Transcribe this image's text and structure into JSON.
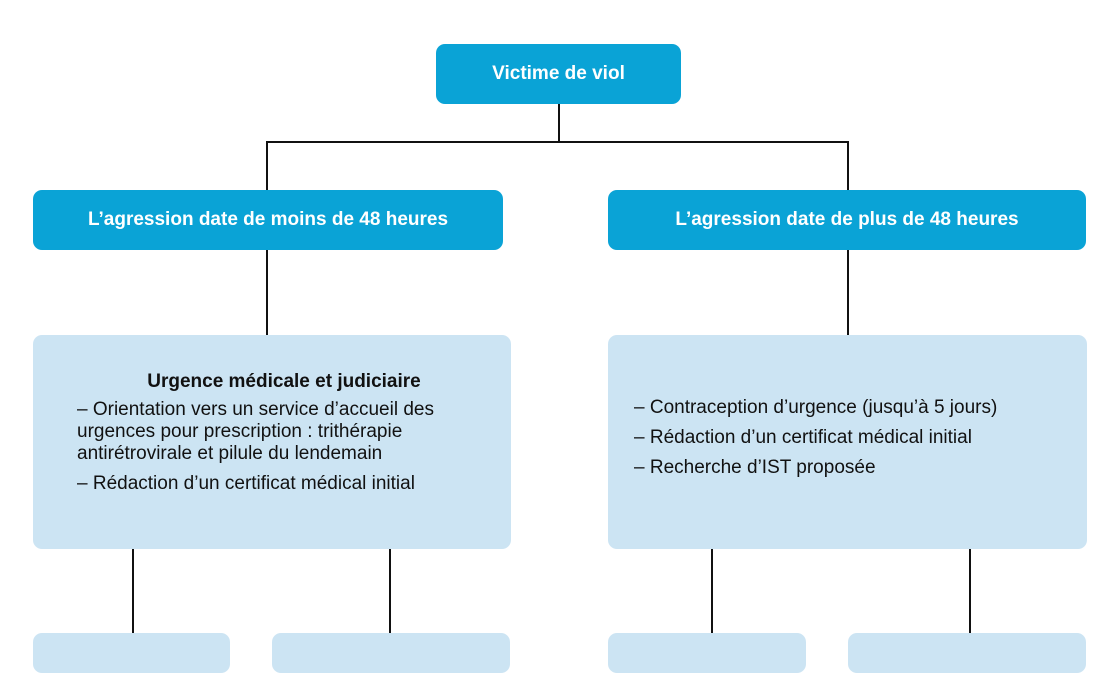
{
  "root": "Victime de viol",
  "branches": [
    {
      "label": "L’agression date de moins de 48 heures",
      "title": "Urgence médicale et judiciaire",
      "items": [
        "– Orientation vers un service d’accueil des urgences pour prescription : trithérapie antirétrovirale et pilule du lendemain",
        "– Rédaction d’un certificat médical initial"
      ]
    },
    {
      "label": "L’agression date de plus de 48 heures",
      "items": [
        "– Contraception d’urgence (jusqu’à 5 jours)",
        "– Rédaction d’un certificat médical initial",
        "– Recherche d’IST proposée"
      ]
    }
  ],
  "colors": {
    "dark": "#0aa3d6",
    "light": "#cce4f3"
  }
}
